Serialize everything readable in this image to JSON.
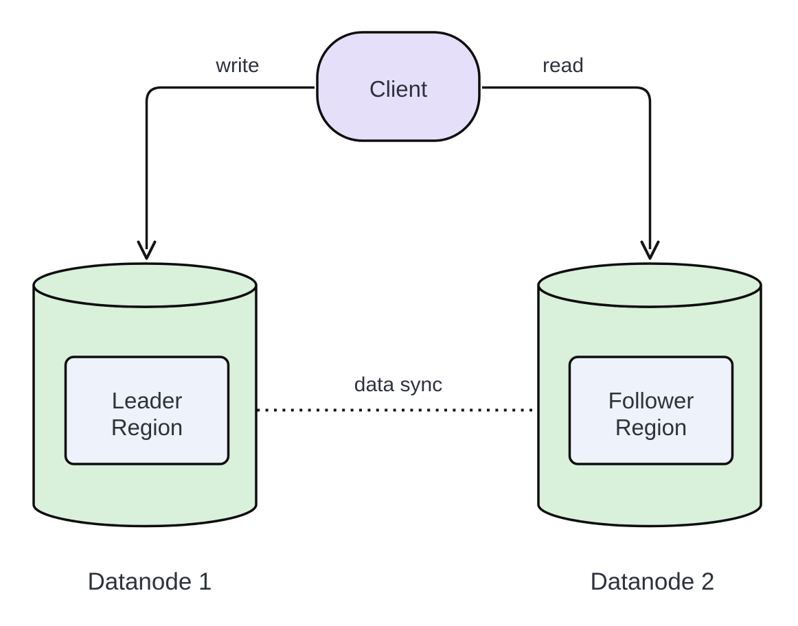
{
  "diagram": {
    "type": "flowchart",
    "background_color": "#ffffff",
    "stroke_color": "#0d0d0d",
    "text_color": "#2d323d",
    "nodes": {
      "client": {
        "label": "Client",
        "shape": "stadium",
        "fill": "#e6dff9"
      },
      "datanode1": {
        "caption": "Datanode 1",
        "shape": "cylinder",
        "fill": "#d9f0db",
        "region": {
          "lines": [
            "Leader",
            "Region"
          ],
          "fill": "#edf2fb"
        }
      },
      "datanode2": {
        "caption": "Datanode 2",
        "shape": "cylinder",
        "fill": "#d9f0db",
        "region": {
          "lines": [
            "Follower",
            "Region"
          ],
          "fill": "#edf2fb"
        }
      }
    },
    "edges": [
      {
        "label": "write",
        "from": "client",
        "to": "datanode1",
        "style": "solid-arrow"
      },
      {
        "label": "read",
        "from": "client",
        "to": "datanode2",
        "style": "solid-arrow"
      },
      {
        "label": "data sync",
        "from": "leader-region",
        "to": "follower-region",
        "style": "dotted-arrow"
      }
    ]
  }
}
